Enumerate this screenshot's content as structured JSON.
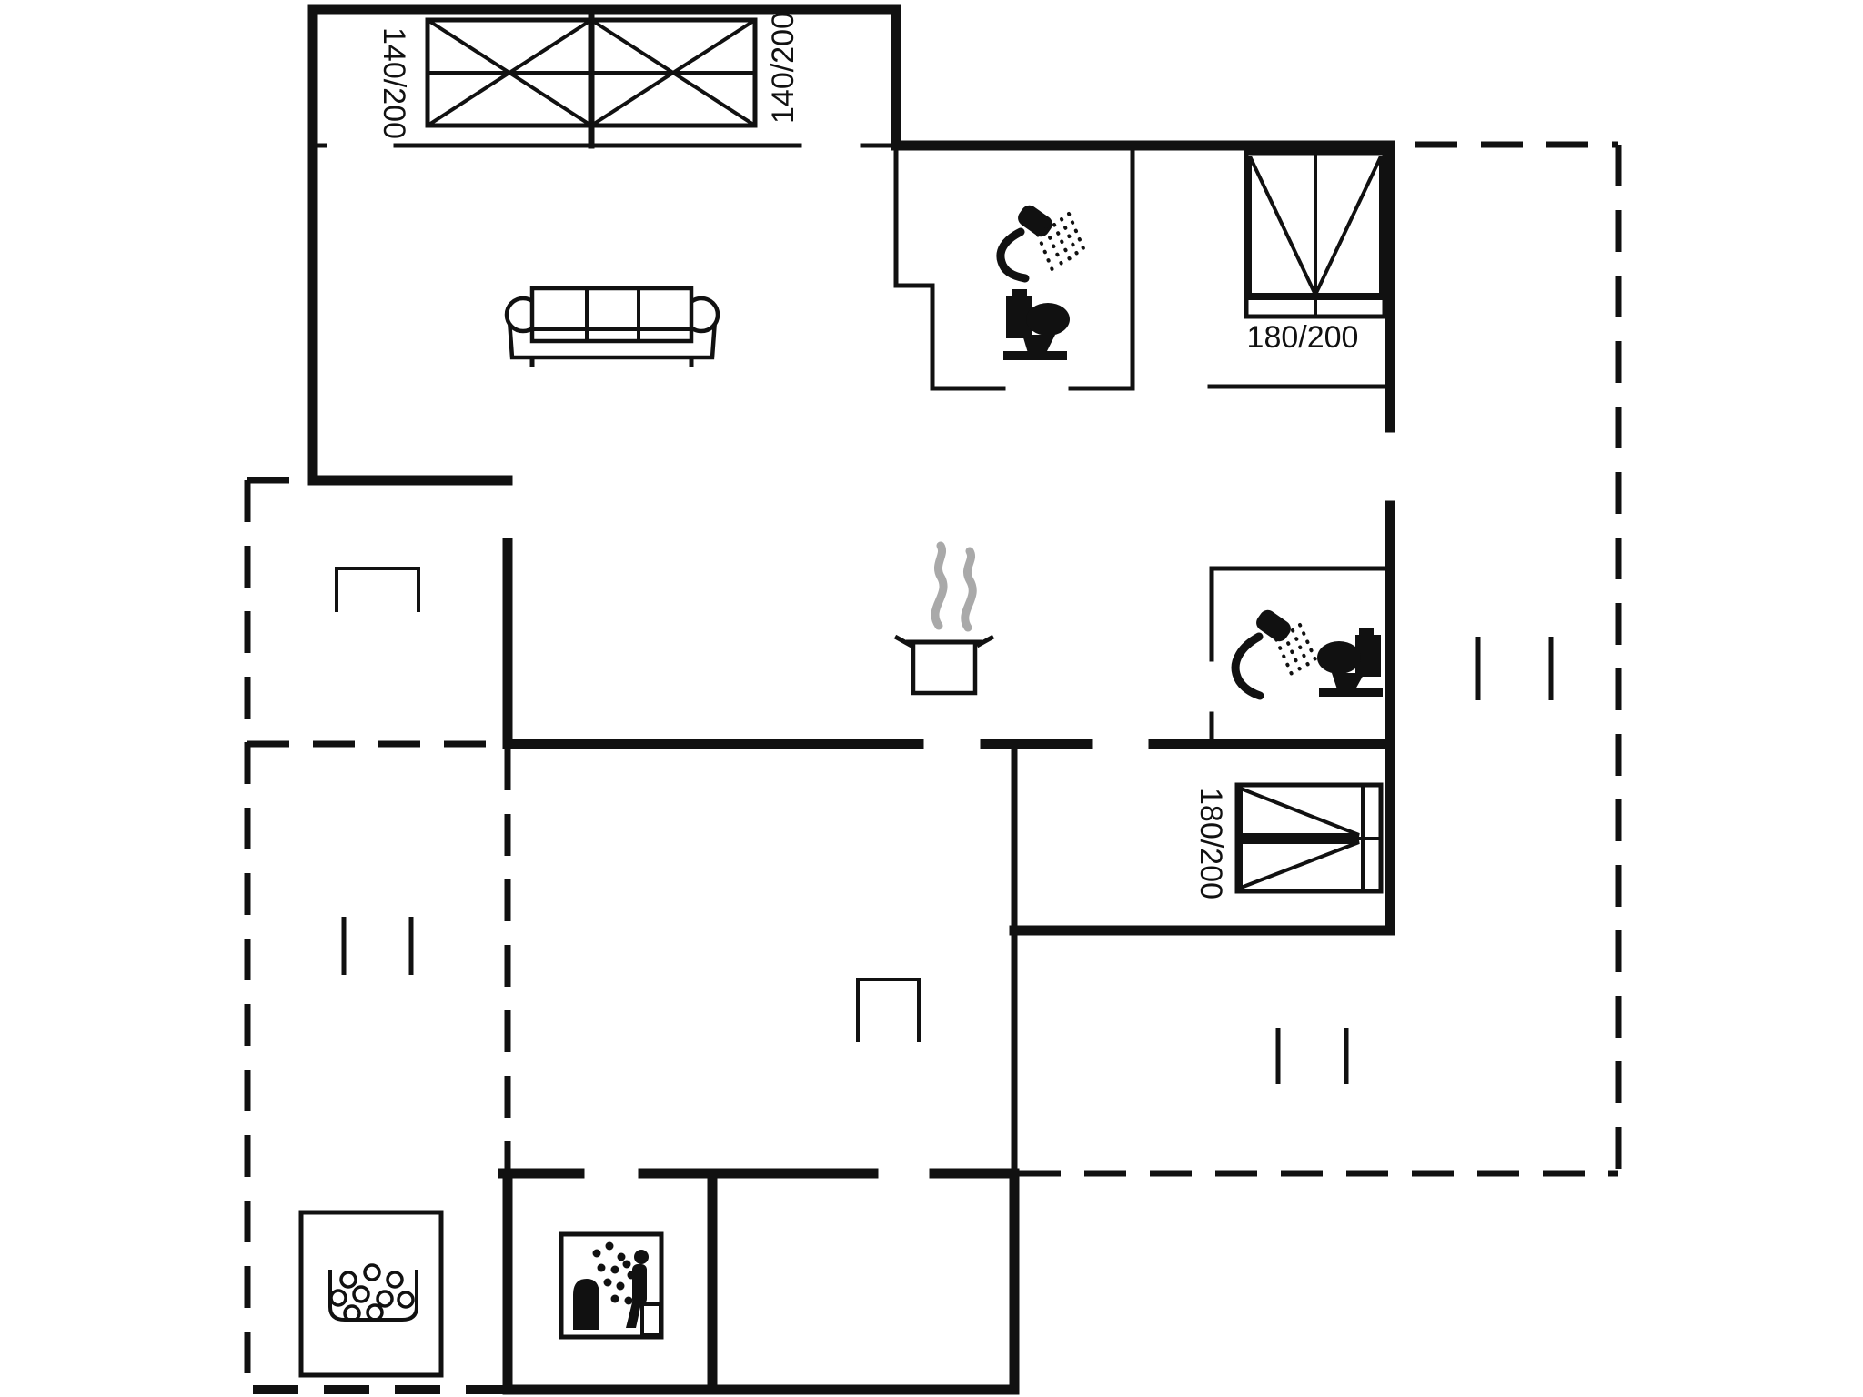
{
  "colors": {
    "ink": "#111111",
    "steam_gray": "#a9a9a9",
    "background": "#ffffff"
  },
  "bed_labels": {
    "bedroom1_bed": "140/200",
    "bedroom2_bed": "140/200",
    "bedroom_top_right_bed": "180/200",
    "bedroom_bottom_right_bed": "180/200"
  },
  "icons": [
    "double-bed-crossed-icon",
    "sofa-icon",
    "shower-icon",
    "toilet-icon",
    "wardrobe-bed-triangle-icon",
    "cooking-pot-icon",
    "steam-icon",
    "whirlpool-bubbles-icon",
    "sauna-person-icon",
    "terrace-table-icon",
    "door-step-marker-icon"
  ]
}
